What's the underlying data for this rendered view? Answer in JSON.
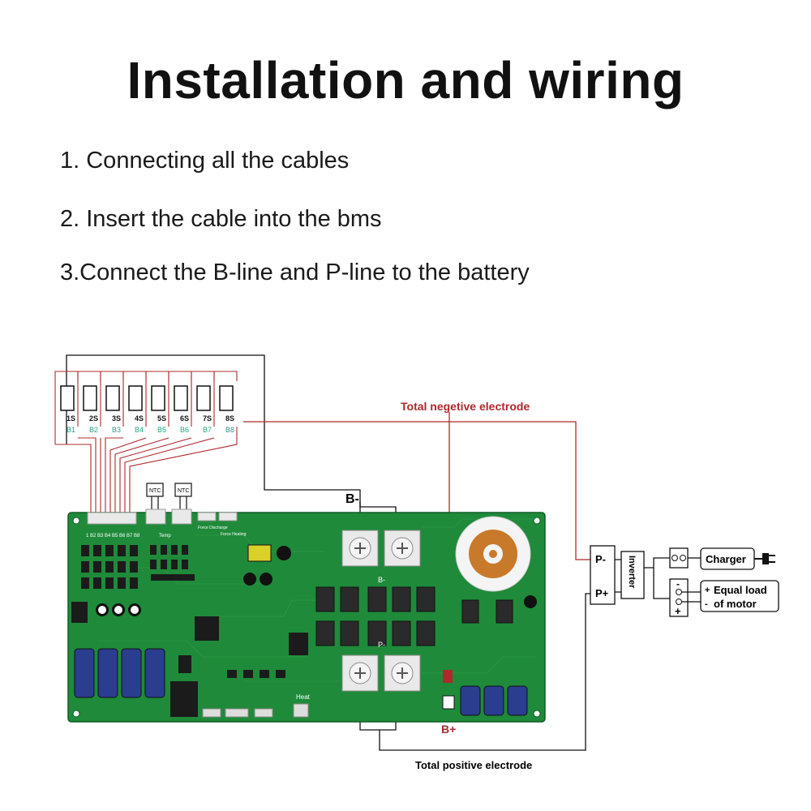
{
  "title": "Installation and wiring",
  "steps": [
    "1. Connecting all the cables",
    "2. Insert the cable into the bms",
    "3.Connect the B-line and P-line to the battery"
  ],
  "cells": {
    "series_labels": [
      "1S",
      "2S",
      "3S",
      "4S",
      "5S",
      "6S",
      "7S",
      "8S"
    ],
    "b_labels": [
      "B1",
      "B2",
      "B3",
      "B4",
      "B5",
      "B6",
      "B7",
      "B8"
    ]
  },
  "ntc": [
    "NTC",
    "NTC"
  ],
  "board": {
    "header_label": "1 B2 B3 B4 B5 B6 B7 B8",
    "temp_label": "Temp",
    "force_discharge": "Force Discharge",
    "force_heating": "Force Heating",
    "heat_label": "Heat",
    "b_minus_pad": "B-",
    "p_minus_pad": "P-"
  },
  "labels": {
    "total_negative": "Total negetive electrode",
    "total_positive": "Total positive electrode",
    "b_minus": "B-",
    "b_plus": "B+",
    "p_minus": "P-",
    "p_plus": "P+",
    "inverter": "Inverter",
    "charger": "Charger",
    "equal_load_1": "Equal load",
    "equal_load_2": "of motor",
    "plus": "+",
    "minus": "-"
  },
  "colors": {
    "pcb": "#1f8a3a",
    "pcb_dark": "#15702d",
    "red_wire": "#b0282c",
    "cell_label": "#2aa084",
    "capacitor": "#2a3d8f"
  }
}
